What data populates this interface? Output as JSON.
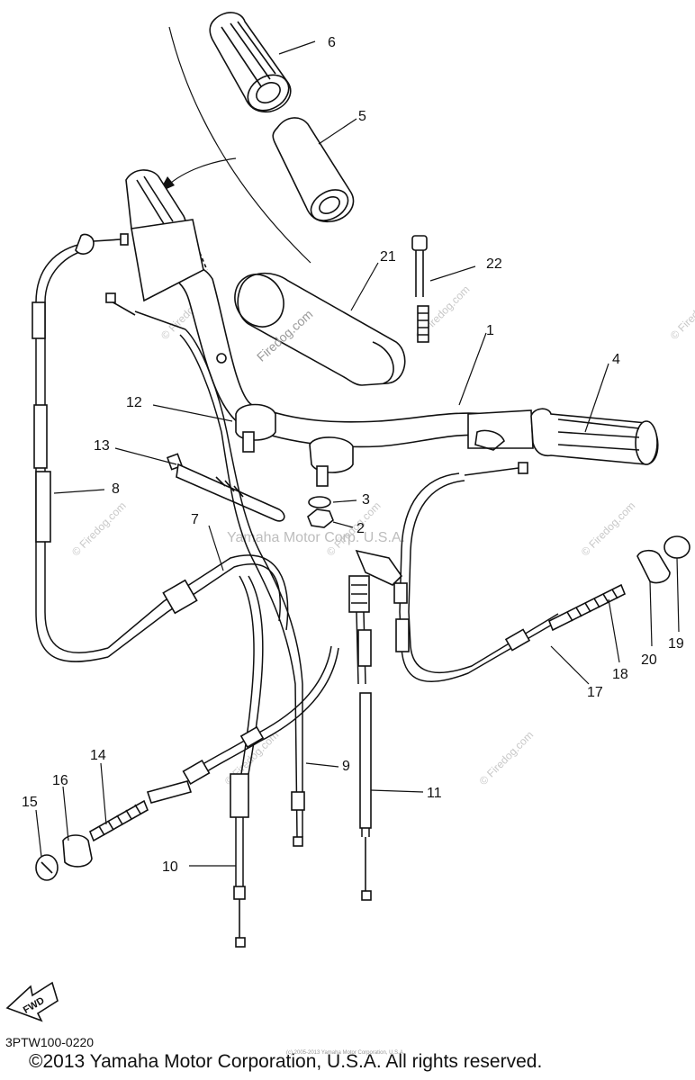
{
  "diagram": {
    "callouts": [
      {
        "id": "1",
        "label": "1"
      },
      {
        "id": "2",
        "label": "2"
      },
      {
        "id": "3",
        "label": "3"
      },
      {
        "id": "4",
        "label": "4"
      },
      {
        "id": "5",
        "label": "5"
      },
      {
        "id": "6",
        "label": "6"
      },
      {
        "id": "7",
        "label": "7"
      },
      {
        "id": "8",
        "label": "8"
      },
      {
        "id": "9",
        "label": "9"
      },
      {
        "id": "10",
        "label": "10"
      },
      {
        "id": "11",
        "label": "11"
      },
      {
        "id": "12",
        "label": "12"
      },
      {
        "id": "13",
        "label": "13"
      },
      {
        "id": "14",
        "label": "14"
      },
      {
        "id": "15",
        "label": "15"
      },
      {
        "id": "16",
        "label": "16"
      },
      {
        "id": "17",
        "label": "17"
      },
      {
        "id": "18",
        "label": "18"
      },
      {
        "id": "19",
        "label": "19"
      },
      {
        "id": "20",
        "label": "20"
      },
      {
        "id": "21",
        "label": "21"
      },
      {
        "id": "22",
        "label": "22"
      }
    ],
    "fwd_label": "FWD",
    "part_code": "3PTW100-0220",
    "copyright": "©2013 Yamaha Motor Corporation, U.S.A. All rights reserved.",
    "watermark_center": "Yamaha Motor Corp. U.S.A.",
    "watermark_site": "© Firedog.com",
    "watermark_grip": "Firedog.com",
    "fine_print": "(c) 2005-2013 Yamaha Motor Corporation, U.S.A."
  }
}
